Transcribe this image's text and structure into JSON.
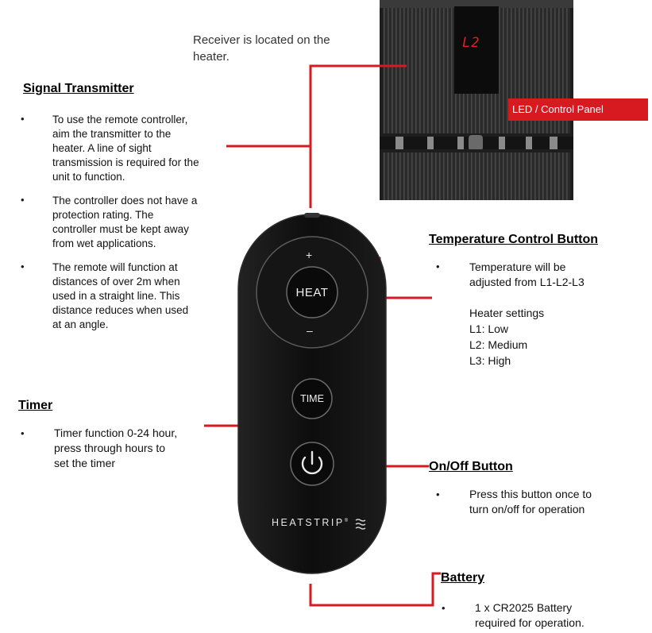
{
  "receiver_note": {
    "line1": "Receiver is located on the",
    "line2": "heater."
  },
  "led_panel": {
    "label": "LED / Control Panel",
    "display": "L2"
  },
  "signal_transmitter": {
    "title": "Signal Transmitter",
    "bullets": [
      [
        "To use the remote controller,",
        "aim the transmitter to the",
        "heater. A line of sight",
        "transmission is required for the",
        "unit to function."
      ],
      [
        "The controller does not have a",
        "protection rating. The",
        "controller must be kept away",
        "from wet applications."
      ],
      [
        "The remote will function at",
        "distances of over 2m when",
        "used in a straight line. This",
        "distance reduces when used",
        "at an angle."
      ]
    ]
  },
  "temperature": {
    "title": "Temperature Control Button",
    "line1": "Temperature will be",
    "line2": "adjusted from L1-L2-L3",
    "settings_title": "Heater settings",
    "l1": "L1: Low",
    "l2": "L2: Medium",
    "l3": "L3: High"
  },
  "timer": {
    "title": "Timer",
    "line1": "Timer function 0-24 hour,",
    "line2": "press through hours to",
    "line3": "set the timer"
  },
  "onoff": {
    "title": "On/Off Button",
    "line1": "Press this button once to",
    "line2": "turn on/off for operation"
  },
  "battery": {
    "title": "Battery",
    "line1": "1 x CR2025  Battery",
    "line2": "required for operation."
  },
  "remote": {
    "plus": "+",
    "minus": "–",
    "heat": "HEAT",
    "time": "TIME",
    "brand": "HEATSTRIP",
    "reg": "®"
  },
  "bullet_glyph": "•",
  "colors": {
    "accent_red": "#d71920",
    "remote_body": "#111111",
    "led_red": "#e02020"
  }
}
